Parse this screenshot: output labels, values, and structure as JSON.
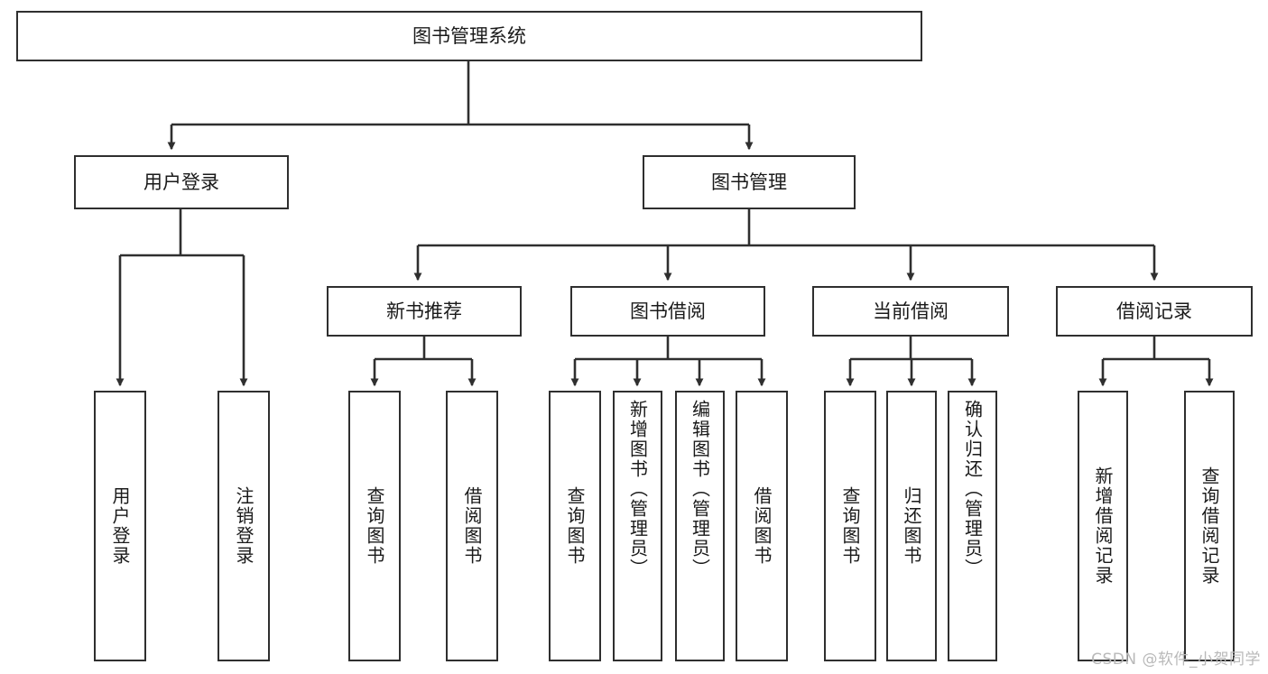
{
  "diagram": {
    "title": "图书管理系统",
    "type": "tree-hierarchy-diagram",
    "watermark": "CSDN @软件_小贺同学",
    "style": {
      "border_color": "#2f2f2f",
      "fill_color": "#ffffff",
      "text_color": "#1a1a1a",
      "connector_color": "#2f2f2f",
      "watermark_color": "#b9b9b9"
    },
    "root": {
      "id": "root",
      "label": "图书管理系统"
    },
    "level2": [
      {
        "id": "user-login",
        "label": "用户登录"
      },
      {
        "id": "book-manage",
        "label": "图书管理"
      }
    ],
    "level3": [
      {
        "id": "new-book-recommend",
        "label": "新书推荐",
        "parent": "book-manage"
      },
      {
        "id": "book-borrow",
        "label": "图书借阅",
        "parent": "book-manage"
      },
      {
        "id": "current-borrow",
        "label": "当前借阅",
        "parent": "book-manage"
      },
      {
        "id": "borrow-record",
        "label": "借阅记录",
        "parent": "book-manage"
      }
    ],
    "leaves": [
      {
        "id": "leaf-user-login",
        "label": "用户登录",
        "parent": "user-login"
      },
      {
        "id": "leaf-logout-login",
        "label": "注销登录",
        "parent": "user-login"
      },
      {
        "id": "leaf-query-book-1",
        "label": "查询图书",
        "parent": "new-book-recommend"
      },
      {
        "id": "leaf-borrow-book-1",
        "label": "借阅图书",
        "parent": "new-book-recommend"
      },
      {
        "id": "leaf-query-book-2",
        "label": "查询图书",
        "parent": "book-borrow"
      },
      {
        "id": "leaf-add-book",
        "label": "新增图书（管理员）",
        "parent": "book-borrow"
      },
      {
        "id": "leaf-edit-book",
        "label": "编辑图书（管理员）",
        "parent": "book-borrow"
      },
      {
        "id": "leaf-borrow-book-2",
        "label": "借阅图书",
        "parent": "book-borrow"
      },
      {
        "id": "leaf-query-book-3",
        "label": "查询图书",
        "parent": "current-borrow"
      },
      {
        "id": "leaf-return-book",
        "label": "归还图书",
        "parent": "current-borrow"
      },
      {
        "id": "leaf-confirm-return",
        "label": "确认归还（管理员）",
        "parent": "current-borrow"
      },
      {
        "id": "leaf-add-borrow-record",
        "label": "新增借阅记录",
        "parent": "borrow-record"
      },
      {
        "id": "leaf-query-borrow-record",
        "label": "查询借阅记录",
        "parent": "borrow-record"
      }
    ]
  }
}
